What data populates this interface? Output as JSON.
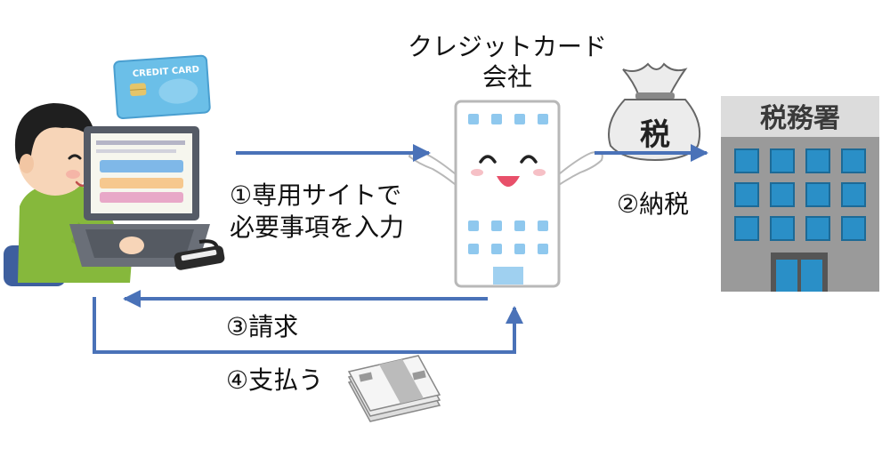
{
  "labels": {
    "company_line1": "クレジットカード",
    "company_line2": "会社",
    "step1_line1": "①専用サイトで",
    "step1_line2": "必要事項を入力",
    "step2": "②納税",
    "step3": "③請求",
    "step4": "④支払う"
  },
  "illustrations": {
    "card_text": "CREDIT CARD",
    "tax_bag_text": "税",
    "tax_office_sign": "税務署"
  },
  "colors": {
    "arrow": "#4a72b8",
    "card": "#6bbfe8",
    "building_window": "#8fc8ee",
    "tax_office_window": "#2a8fc7",
    "tax_office_body": "#9a9a9a"
  }
}
